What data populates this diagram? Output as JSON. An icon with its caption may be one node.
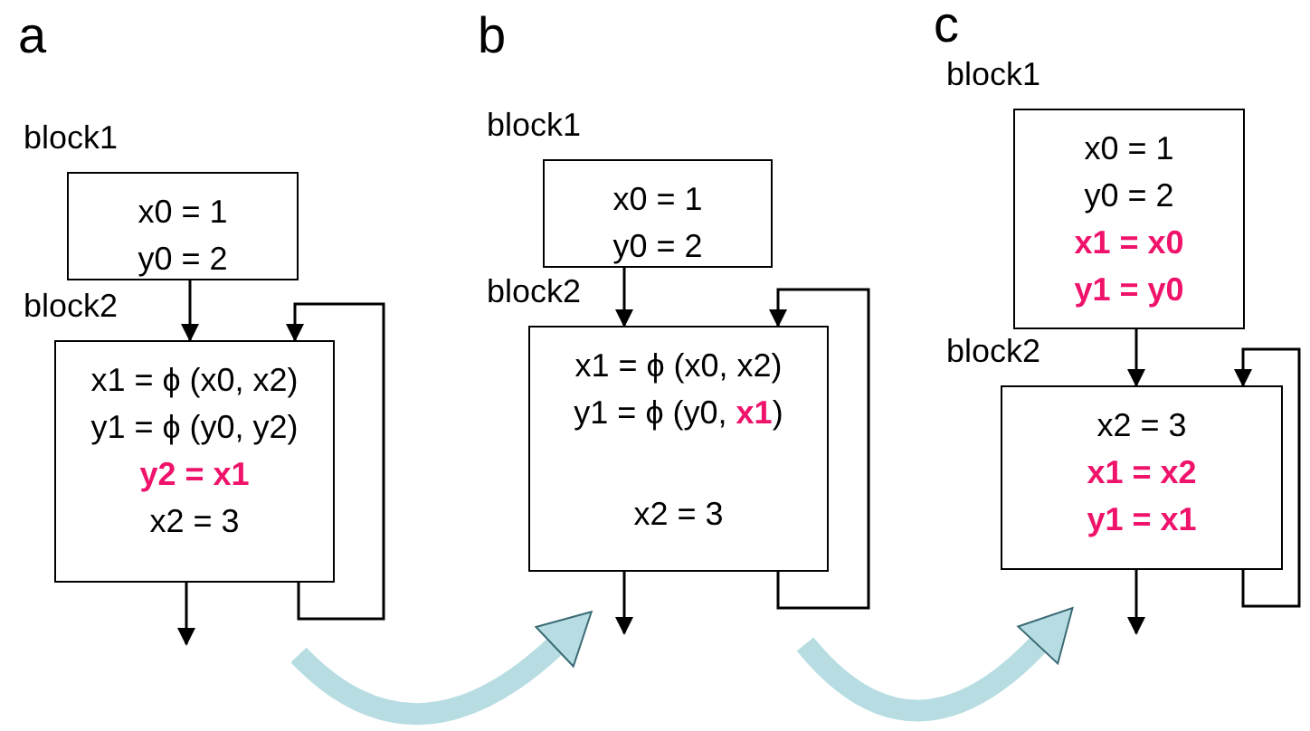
{
  "diagram": {
    "nodes": [
      {
        "text": [
          "block1",
          "x0 = 1",
          "y0 = 2"
        ]
      },
      {
        "text": [
          "block2",
          "x1 = ϕ (x0, x2)",
          "y1 = ϕ (y0, y2)",
          "y2 = x1",
          "x2 = 3"
        ]
      },
      {
        "text": [
          "block1",
          "x0 = 1",
          "y0 = 2"
        ]
      },
      {
        "text": [
          "block2",
          "x1 = ϕ (x0, x2)",
          "y1 = ϕ (y0, **x1**)",
          "x2 = 3"
        ]
      },
      {
        "text": [
          "block1",
          "x0 = 1",
          "y0 = 2",
          "x1 = x0",
          "y1 = y0"
        ]
      },
      {
        "text": [
          "block2",
          "x2 = 3",
          "x1 = x2",
          "y1 = x1"
        ]
      }
    ],
    "edges": [
      {
        "from": 0,
        "to": 1,
        "arrow": "to"
      },
      {
        "from": 1,
        "to": 1,
        "arrow": "to"
      },
      {
        "from": 1,
        "to": null,
        "arrow": "to"
      },
      {
        "from": 2,
        "to": 3,
        "arrow": "to"
      },
      {
        "from": 3,
        "to": 3,
        "arrow": "to"
      },
      {
        "from": 3,
        "to": null,
        "arrow": "to"
      },
      {
        "from": 4,
        "to": 5,
        "arrow": "to"
      },
      {
        "from": 5,
        "to": 5,
        "arrow": "to"
      },
      {
        "from": 5,
        "to": null,
        "arrow": "to"
      },
      {
        "from": 1,
        "to": 3,
        "arrow": "to",
        "style": "thick",
        "color": "#b7dde3"
      },
      {
        "from": 3,
        "to": 5,
        "arrow": "to",
        "style": "thick",
        "color": "#b7dde3"
      }
    ],
    "labels": [
      "a",
      "b",
      "c"
    ]
  }
}
